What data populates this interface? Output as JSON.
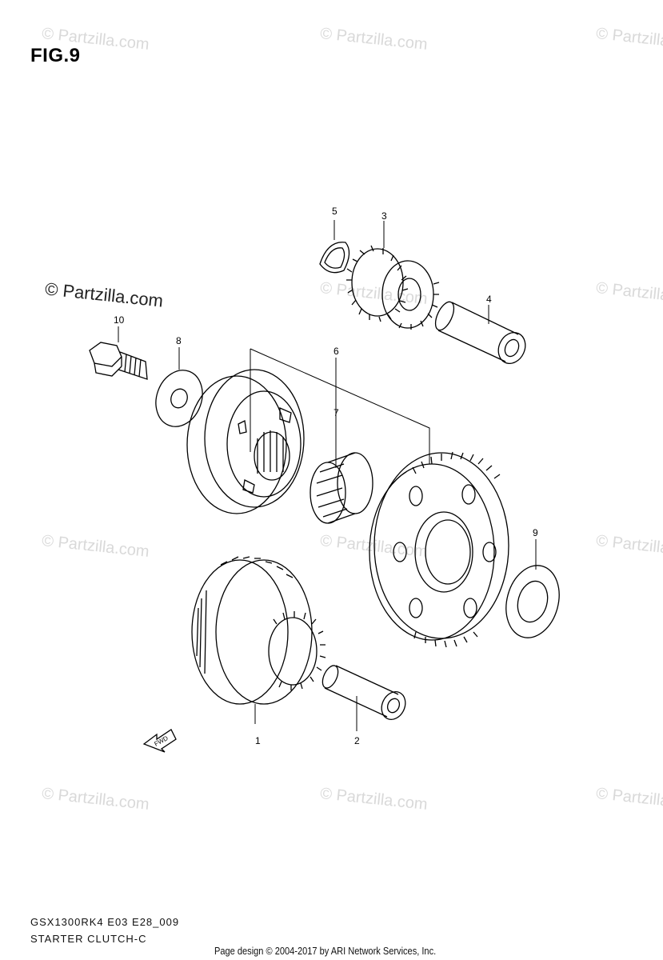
{
  "figure": {
    "title": "FIG.9",
    "model_code": "GSX1300RK4 E03 E28_009",
    "diagram_name": "STARTER CLUTCH-C",
    "footer": "Page design © 2004-2017 by ARI Network Services, Inc.",
    "fwd_label": "FWD"
  },
  "watermark": {
    "text": "© Partzilla.com"
  },
  "callouts": [
    "1",
    "2",
    "3",
    "4",
    "5",
    "6",
    "7",
    "8",
    "9",
    "10"
  ]
}
